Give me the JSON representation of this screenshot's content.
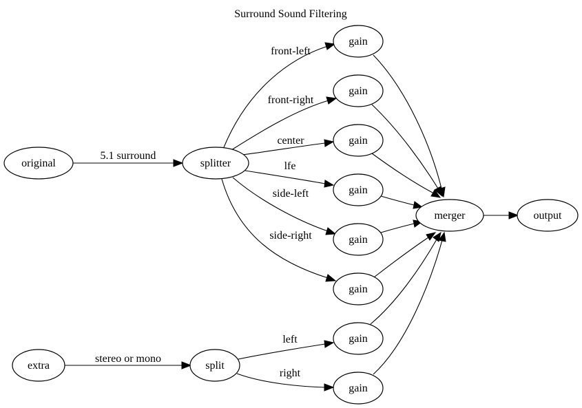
{
  "title": "Surround Sound Filtering",
  "nodes": {
    "original": "original",
    "splitter": "splitter",
    "gain_fl": "gain",
    "gain_fr": "gain",
    "gain_c": "gain",
    "gain_lfe": "gain",
    "gain_sl": "gain",
    "gain_sr": "gain",
    "merger": "merger",
    "output": "output",
    "extra": "extra",
    "split": "split",
    "gain_l": "gain",
    "gain_r": "gain"
  },
  "edges": {
    "original_splitter": "5.1 surround",
    "splitter_fl": "front-left",
    "splitter_fr": "front-right",
    "splitter_c": "center",
    "splitter_lfe": "lfe",
    "splitter_sl": "side-left",
    "splitter_sr": "side-right",
    "extra_split": "stereo or mono",
    "split_l": "left",
    "split_r": "right"
  }
}
